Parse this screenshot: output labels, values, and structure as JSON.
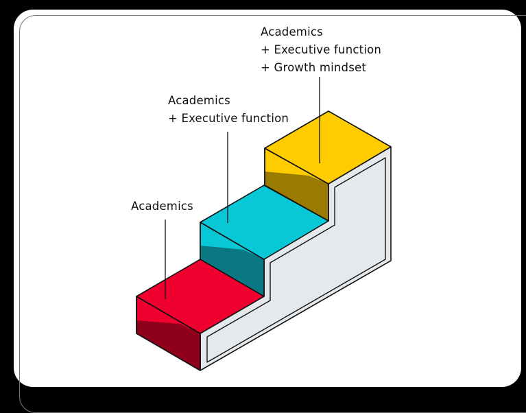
{
  "diagram": {
    "type": "isometric-staircase",
    "steps": [
      {
        "level": 1,
        "color": "#F0002E",
        "shade_color": "#8E001C",
        "label_lines": [
          "Academics"
        ]
      },
      {
        "level": 2,
        "color": "#08C8D8",
        "shade_color": "#0A7782",
        "label_lines": [
          "Academics",
          "+ Executive function"
        ]
      },
      {
        "level": 3,
        "color": "#FFCC00",
        "shade_color": "#9A7A00",
        "label_lines": [
          "Academics",
          "+ Executive function",
          "+ Growth mindset"
        ]
      }
    ],
    "side_color": "#E6E9EC",
    "outline_color": "#111111"
  }
}
